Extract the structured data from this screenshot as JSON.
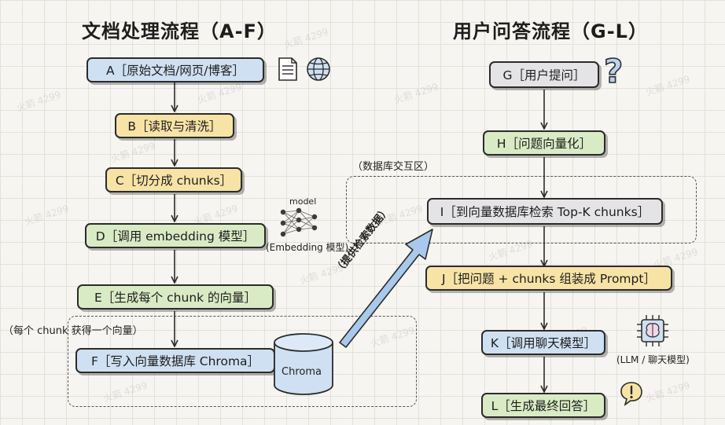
{
  "left_title": "文档处理流程（A-F）",
  "right_title": "用户问答流程（G-L）",
  "left_steps": [
    {
      "label": "A［原始文档/网页/博客］"
    },
    {
      "label": "B［读取与清洗］"
    },
    {
      "label": "C［切分成 chunks］"
    },
    {
      "label": "D［调用 embedding 模型］"
    },
    {
      "label": "E［生成每个 chunk 的向量］"
    },
    {
      "label": "F［写入向量数据库 Chroma］"
    }
  ],
  "right_steps": [
    {
      "label": "G［用户提问］"
    },
    {
      "label": "H［问题向量化］"
    },
    {
      "label": "I［到向量数据库检索 Top-K chunks］"
    },
    {
      "label": "J［把问题 + chunks 组装成 Prompt］"
    },
    {
      "label": "K［调用聊天模型］"
    },
    {
      "label": "L［生成最终回答］"
    }
  ],
  "notes": {
    "db_zone": "（数据库交互区）",
    "embedding_model": "(Embedding 模型)",
    "model": "model",
    "per_chunk_vector": "（每个 chunk 获得一个向量）",
    "chroma": "Chroma",
    "retrieval_arrow": "（提供检索数据）",
    "llm_model": "(LLM / 聊天模型)"
  },
  "watermark": "火箭 4299",
  "colors": {
    "blue": "#cfe0f3",
    "yellow": "#f8e3a6",
    "green": "#d9ebc5",
    "gray": "#e4e4e6",
    "arrow_blue": "#a9c9ec"
  },
  "icons": [
    "document-icon",
    "globe-icon",
    "neural-network-icon",
    "question-mark-icon",
    "cpu-brain-icon",
    "exclamation-bubble-icon"
  ]
}
